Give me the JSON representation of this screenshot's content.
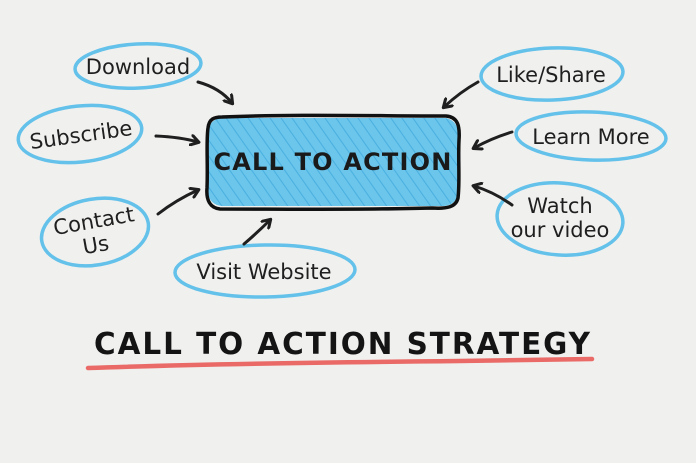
{
  "title": "CALL TO ACTION STRATEGY",
  "center": "CALL TO ACTION",
  "nodes": {
    "download": "Download",
    "subscribe": "Subscribe",
    "contact_line1": "Contact",
    "contact_line2": "Us",
    "visit": "Visit Website",
    "like_share": "Like/Share",
    "learn_more": "Learn More",
    "watch_line1": "Watch",
    "watch_line2": "our video"
  },
  "colors": {
    "background": "#f0f0ef",
    "oval_stroke": "#63c1ea",
    "box_fill": "#6cc6ec",
    "ink": "#1f1f1f",
    "underline": "#e96a66"
  }
}
